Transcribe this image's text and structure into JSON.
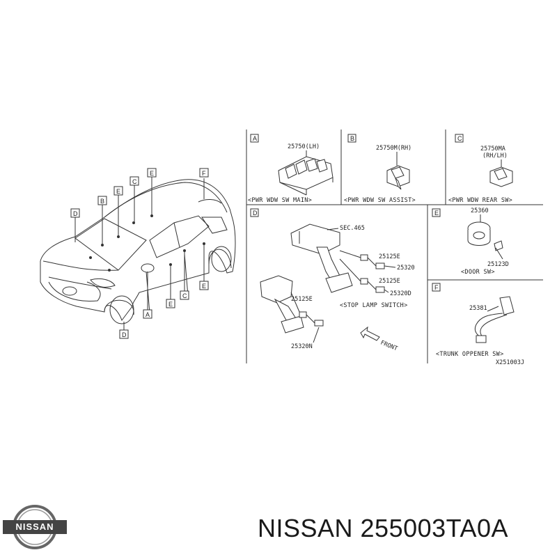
{
  "brand": {
    "logo_text": "NISSAN",
    "title": "NISSAN 255003TA0A"
  },
  "car": {
    "callouts": [
      "D",
      "B",
      "E",
      "C",
      "E",
      "F",
      "A",
      "E",
      "C",
      "E",
      "D"
    ]
  },
  "panels": {
    "A": {
      "letter": "A",
      "part": "25750(LH)",
      "caption": "<PWR WDW SW MAIN>"
    },
    "B": {
      "letter": "B",
      "part": "25750M(RH)",
      "caption": "<PWR WDW SW ASSIST>"
    },
    "C": {
      "letter": "C",
      "part": "25750MA",
      "part2": "(RH/LH)",
      "caption": "<PWR WDW REAR SW>"
    },
    "D": {
      "letter": "D",
      "parts": [
        "SEC.465",
        "25125E",
        "25320",
        "25125E",
        "25320D",
        "25125E",
        "25320N"
      ],
      "caption": "<STOP LAMP SWITCH>",
      "front": "FRONT"
    },
    "E": {
      "letter": "E",
      "parts": [
        "25360",
        "25123D"
      ],
      "caption": "<DOOR SW>"
    },
    "F": {
      "letter": "F",
      "part": "25381",
      "caption": "<TRUNK OPPENER SW>",
      "code": "X251003J"
    }
  }
}
